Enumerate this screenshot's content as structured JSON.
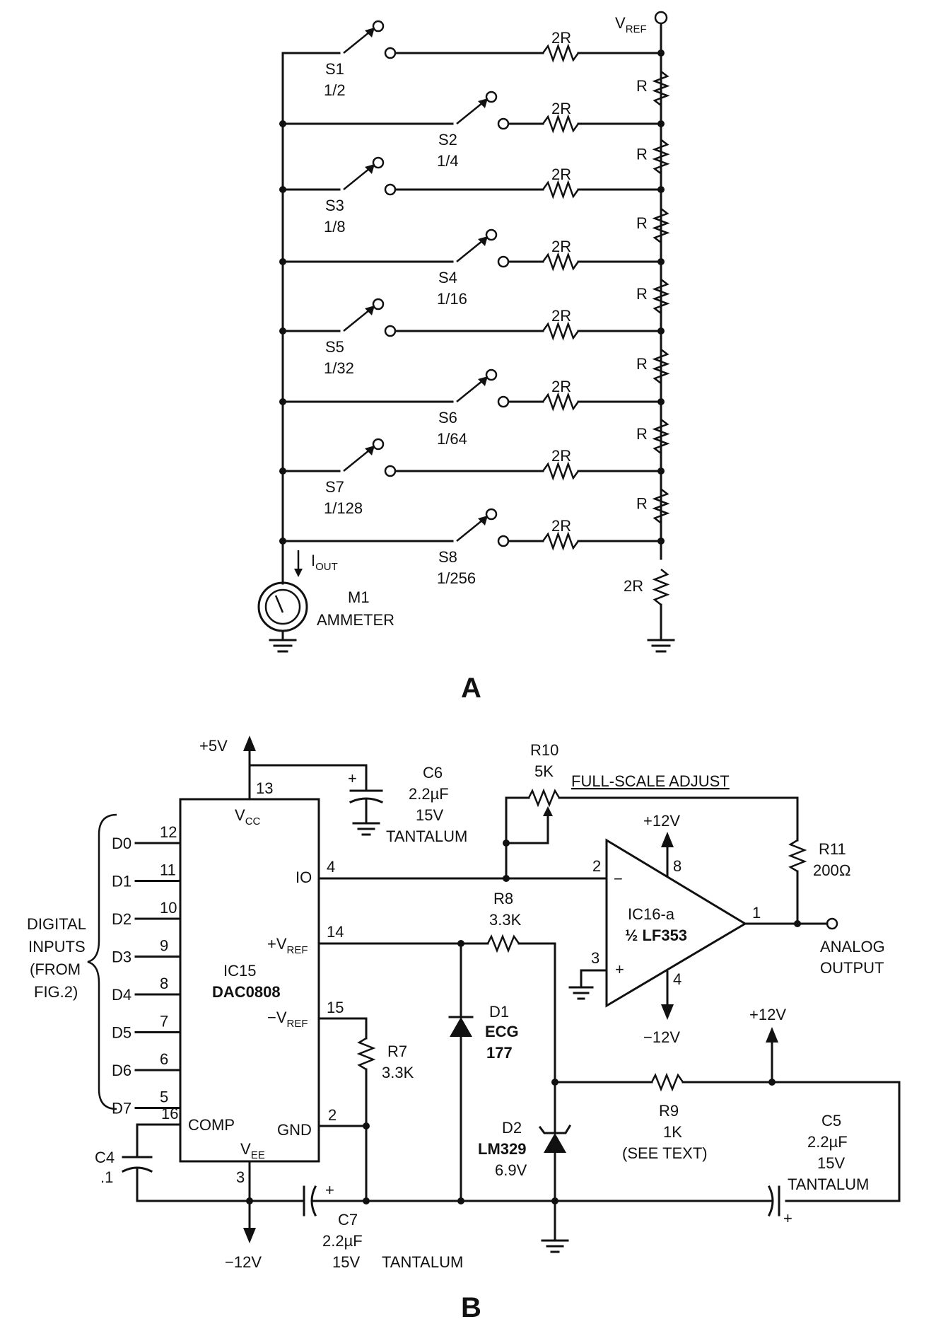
{
  "part_a": {
    "label": "A",
    "vref": "V",
    "vref_sub": "REF",
    "resistor_2r": "2R",
    "resistor_r": "R",
    "switches": [
      {
        "name": "S1",
        "weight": "1/2"
      },
      {
        "name": "S2",
        "weight": "1/4"
      },
      {
        "name": "S3",
        "weight": "1/8"
      },
      {
        "name": "S4",
        "weight": "1/16"
      },
      {
        "name": "S5",
        "weight": "1/32"
      },
      {
        "name": "S6",
        "weight": "1/64"
      },
      {
        "name": "S7",
        "weight": "1/128"
      },
      {
        "name": "S8",
        "weight": "1/256"
      }
    ],
    "iout": "I",
    "iout_sub": "OUT",
    "meter_name": "M1",
    "meter_type": "AMMETER"
  },
  "part_b": {
    "label": "B",
    "plus5v": "+5V",
    "ic15": {
      "name": "IC15",
      "part": "DAC0808",
      "vcc": "V",
      "vcc_sub": "CC",
      "io": "IO",
      "vref_plus": "+V",
      "vref_minus": "−V",
      "ref_sub": "REF",
      "comp": "COMP",
      "gnd": "GND",
      "vee": "V",
      "vee_sub": "EE"
    },
    "pins": {
      "p13": "13",
      "p4": "4",
      "p14": "14",
      "p15": "15",
      "p16": "16",
      "p2": "2",
      "p3": "3"
    },
    "digital_pins": [
      {
        "name": "D0",
        "pin": "12"
      },
      {
        "name": "D1",
        "pin": "11"
      },
      {
        "name": "D2",
        "pin": "10"
      },
      {
        "name": "D3",
        "pin": "9"
      },
      {
        "name": "D4",
        "pin": "8"
      },
      {
        "name": "D5",
        "pin": "7"
      },
      {
        "name": "D6",
        "pin": "6"
      },
      {
        "name": "D7",
        "pin": "5"
      }
    ],
    "digital_inputs_lines": [
      "DIGITAL",
      "INPUTS",
      "(FROM",
      "FIG.2)"
    ],
    "c6": {
      "name": "C6",
      "value": "2.2µF",
      "voltage": "15V",
      "type": "TANTALUM"
    },
    "r10": {
      "name": "R10",
      "value": "5K",
      "label": "FULL-SCALE ADJUST"
    },
    "r11": {
      "name": "R11",
      "value": "200Ω"
    },
    "r8": {
      "name": "R8",
      "value": "3.3K"
    },
    "r7": {
      "name": "R7",
      "value": "3.3K"
    },
    "r9": {
      "name": "R9",
      "value": "1K",
      "note": "(SEE TEXT)"
    },
    "d1": {
      "name": "D1",
      "part": "ECG",
      "number": "177"
    },
    "d2": {
      "name": "D2",
      "part": "LM329",
      "voltage": "6.9V"
    },
    "c4": {
      "name": "C4",
      "value": ".1"
    },
    "c7": {
      "name": "C7",
      "value": "2.2µF",
      "voltage": "15V",
      "type": "TANTALUM"
    },
    "c5": {
      "name": "C5",
      "value": "2.2µF",
      "voltage": "15V",
      "type": "TANTALUM"
    },
    "ic16": {
      "name": "IC16-a",
      "part": "½ LF353",
      "pin_inv": "2",
      "pin_noninv": "3",
      "pin_out": "1",
      "pin_vplus": "8",
      "pin_vminus": "4",
      "minus_sign": "−",
      "plus_sign": "+"
    },
    "rails": {
      "plus12_top": "+12V",
      "minus12_op": "−12V",
      "plus12_right": "+12V",
      "minus12_bottom": "−12V"
    },
    "plus_mark": "+",
    "output_lines": [
      "ANALOG",
      "OUTPUT"
    ]
  }
}
